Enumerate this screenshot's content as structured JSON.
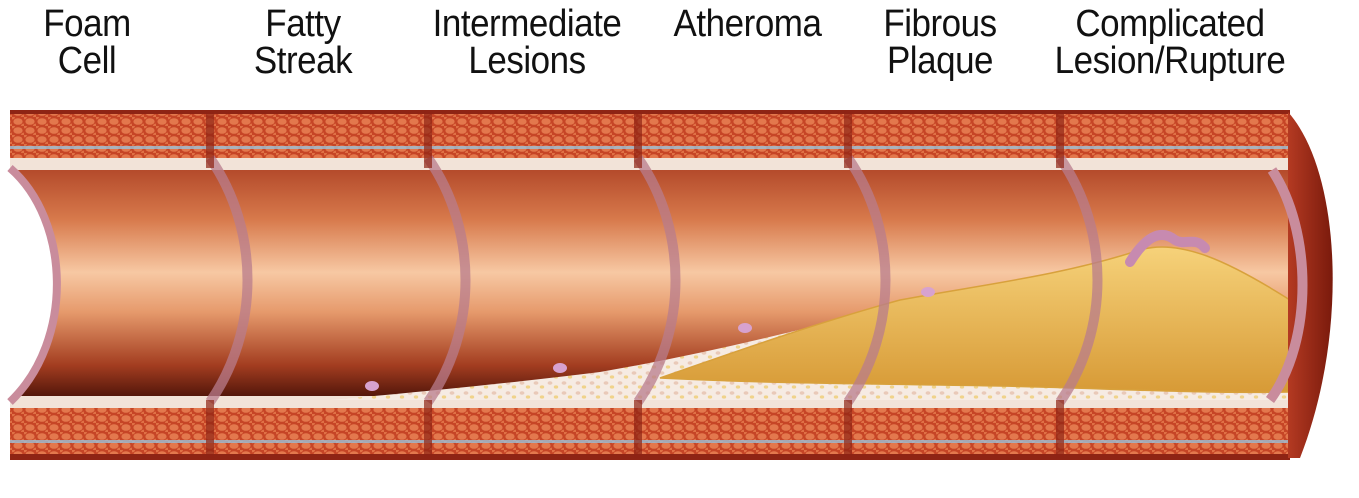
{
  "stages": [
    {
      "id": "foam-cell",
      "line1": "Foam",
      "line2": "Cell",
      "plaque": 0.0
    },
    {
      "id": "fatty-streak",
      "line1": "Fatty",
      "line2": "Streak",
      "plaque": 0.04
    },
    {
      "id": "intermediate-lesions",
      "line1": "Intermediate",
      "line2": "Lesions",
      "plaque": 0.1
    },
    {
      "id": "atheroma",
      "line1": "Atheroma",
      "line2": "",
      "plaque": 0.35
    },
    {
      "id": "fibrous-plaque",
      "line1": "Fibrous",
      "line2": "Plaque",
      "plaque": 0.55
    },
    {
      "id": "complicated-lesion",
      "line1": "Complicated",
      "line2": "Lesion/Rupture",
      "plaque": 0.8
    }
  ],
  "colors": {
    "wall": "#c8452a",
    "wall_dark": "#8e2414",
    "cell": "#e3784d",
    "lumen": "#d97e52",
    "lumen_light": "#f6c7a2",
    "intima": "#f2e3d8",
    "plaque": "#f0c060",
    "plaque_dark": "#d8a13c",
    "rupture": "#c78ab0",
    "membrane": "#9cc0d8"
  }
}
